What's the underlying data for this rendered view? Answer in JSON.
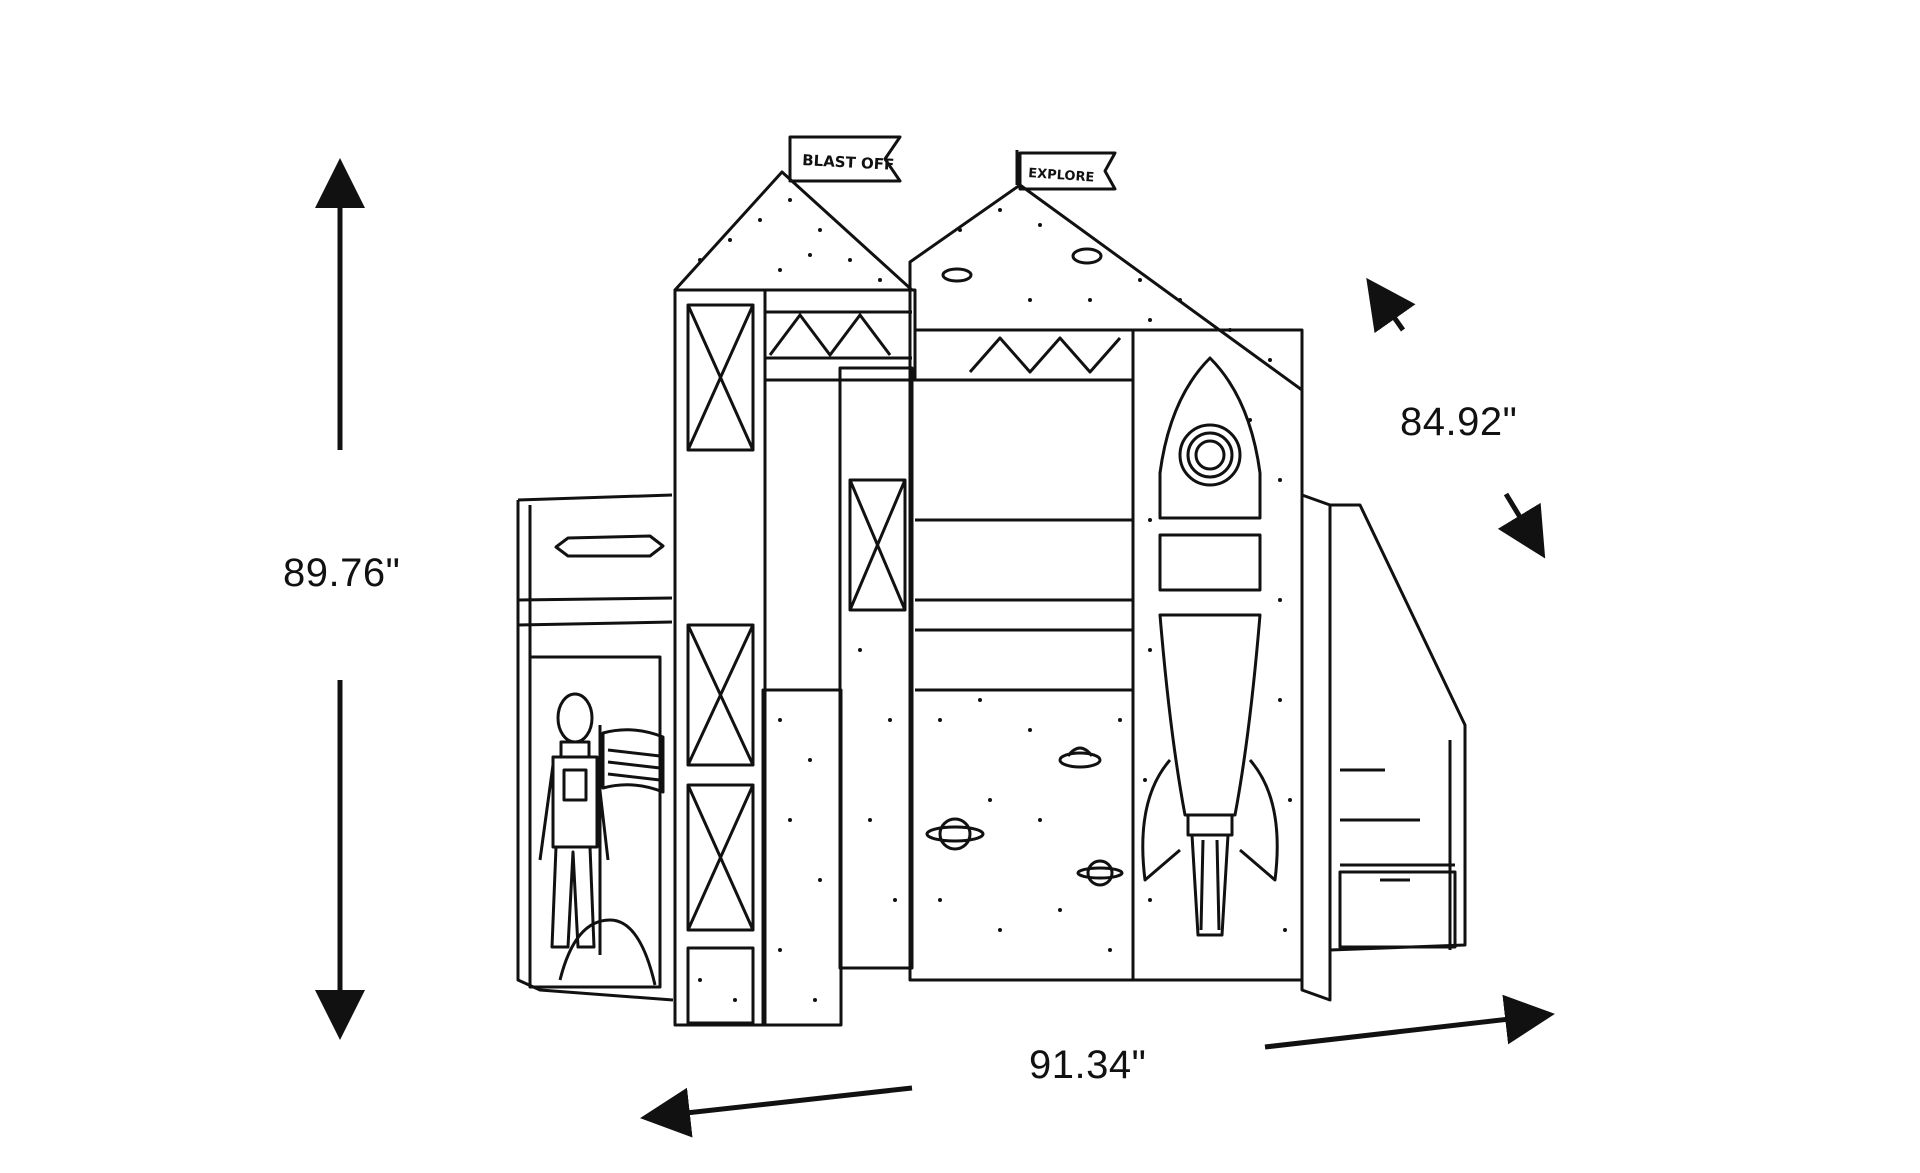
{
  "dimensions": {
    "height": "89.76\"",
    "depth": "84.92\"",
    "width": "91.34\""
  },
  "flags": {
    "left": "BLAST OFF",
    "right": "EXPLORE"
  },
  "colors": {
    "ink": "#111111",
    "background": "#ffffff"
  }
}
